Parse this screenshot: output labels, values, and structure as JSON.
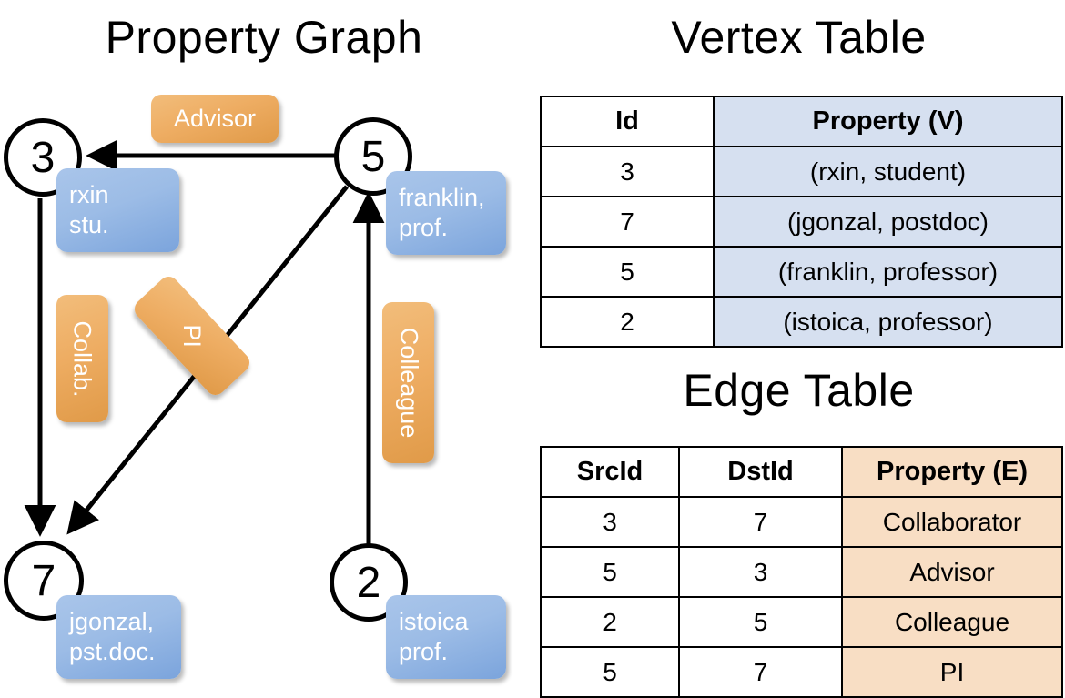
{
  "titles": {
    "property_graph": "Property Graph",
    "vertex_table": "Vertex Table",
    "edge_table": "Edge Table"
  },
  "graph": {
    "nodes": [
      {
        "id": "3",
        "label": "3",
        "property_line1": "rxin",
        "property_line2": "stu."
      },
      {
        "id": "5",
        "label": "5",
        "property_line1": "franklin,",
        "property_line2": "prof."
      },
      {
        "id": "7",
        "label": "7",
        "property_line1": "jgonzal,",
        "property_line2": "pst.doc."
      },
      {
        "id": "2",
        "label": "2",
        "property_line1": "istoica",
        "property_line2": "prof."
      }
    ],
    "edge_labels": [
      {
        "name": "advisor",
        "text": "Advisor"
      },
      {
        "name": "collab",
        "text": "Collab."
      },
      {
        "name": "pi",
        "text": "PI"
      },
      {
        "name": "colleague",
        "text": "Colleague"
      }
    ]
  },
  "vertex_table": {
    "headers": [
      "Id",
      "Property (V)"
    ],
    "rows": [
      {
        "id": "3",
        "property": "(rxin, student)"
      },
      {
        "id": "7",
        "property": "(jgonzal, postdoc)"
      },
      {
        "id": "5",
        "property": "(franklin, professor)"
      },
      {
        "id": "2",
        "property": "(istoica, professor)"
      }
    ]
  },
  "edge_table": {
    "headers": [
      "SrcId",
      "DstId",
      "Property (E)"
    ],
    "rows": [
      {
        "src": "3",
        "dst": "7",
        "property": "Collaborator"
      },
      {
        "src": "5",
        "dst": "3",
        "property": "Advisor"
      },
      {
        "src": "2",
        "dst": "5",
        "property": "Colleague"
      },
      {
        "src": "5",
        "dst": "7",
        "property": "PI"
      }
    ]
  },
  "colors": {
    "vertex_cell": "#d6e0f0",
    "edge_cell": "#f8dec4",
    "vertex_box": "#8fb2e3",
    "edge_box": "#eead63",
    "stroke": "#000000",
    "background": "#ffffff"
  }
}
